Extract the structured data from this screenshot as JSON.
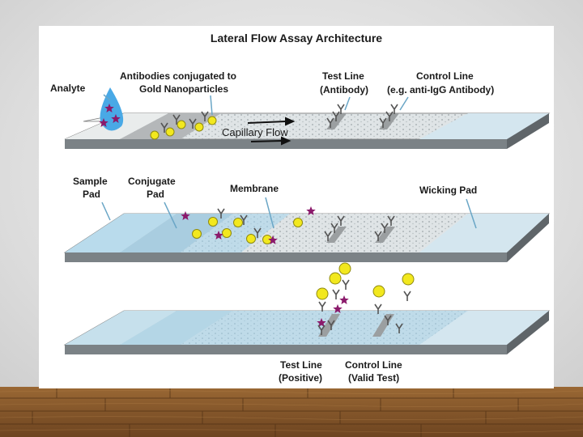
{
  "title": "Lateral Flow Assay Architecture",
  "labels": {
    "analyte": "Analyte",
    "antibodies_l1": "Antibodies conjugated to",
    "antibodies_l2": "Gold Nanoparticles",
    "test_line_l1": "Test Line",
    "test_line_l2": "(Antibody)",
    "control_line_l1": "Control Line",
    "control_line_l2": "(e.g. anti-IgG Antibody)",
    "capillary_flow": "Capillary Flow",
    "sample_pad_l1": "Sample",
    "sample_pad_l2": "Pad",
    "conjugate_pad_l1": "Conjugate",
    "conjugate_pad_l2": "Pad",
    "membrane": "Membrane",
    "wicking_pad": "Wicking Pad",
    "test_line_pos_l1": "Test Line",
    "test_line_pos_l2": "(Positive)",
    "control_line_valid_l1": "Control Line",
    "control_line_valid_l2": "(Valid Test)"
  },
  "colors": {
    "gold_particle": "#f2e81e",
    "analyte_star": "#8b1a6b",
    "drop": "#49a9e6",
    "strip_wet": "#b9dbec",
    "strip_dry": "#e9ecec",
    "wood": "#8a5a2c"
  }
}
